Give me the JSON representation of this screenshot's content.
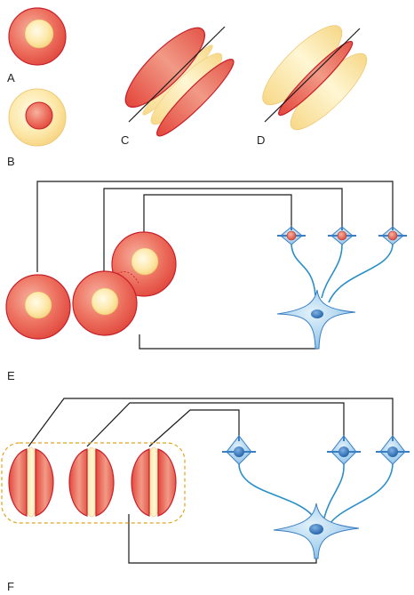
{
  "figure": {
    "panel_labels": {
      "a": "A",
      "b": "B",
      "c": "C",
      "d": "D",
      "e": "E",
      "f": "F"
    }
  },
  "colors": {
    "on_red": "#e8564a",
    "on_red_light": "#f4a08e",
    "on_red_edge": "#c8202a",
    "off_yellow": "#fbe39a",
    "off_yellow_light": "#fff7d9",
    "cell_blue": "#3a7fc4",
    "cell_blue_light": "#b9dcf2",
    "axon_blue": "#2b8fc7",
    "wire": "#1a1a1a",
    "field_outline": "#e0a420"
  }
}
